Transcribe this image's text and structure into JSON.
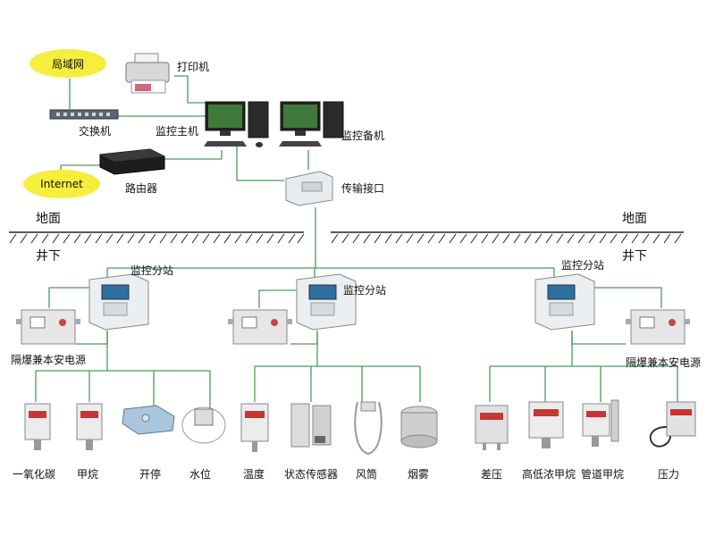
{
  "colors": {
    "wire": "#4a9a5c",
    "ground": "#222222",
    "bubble": "#f5ee3c"
  },
  "network": {
    "lan": "局域网",
    "internet": "Internet",
    "printer": "打印机",
    "switch": "交换机",
    "router": "路由器",
    "main_host": "监控主机",
    "backup_host": "监控备机",
    "transmission": "传输接口"
  },
  "levels": {
    "ground_left": "地面",
    "ground_right": "地面",
    "underground_left": "井下",
    "underground_right": "井下"
  },
  "substations": {
    "left": "监控分站",
    "center": "监控分站",
    "right": "监控分站"
  },
  "power": {
    "left": "隔爆兼本安电源",
    "right": "隔爆兼本安电源"
  },
  "sensors": {
    "co": "一氧化碳",
    "methane": "甲烷",
    "switch": "开停",
    "water": "水位",
    "temperature": "温度",
    "state": "状态传感器",
    "duct": "风筒",
    "smoke": "烟雾",
    "pressure_diff": "差压",
    "hl_methane": "高低浓甲烷",
    "pipe_methane": "管道甲烷",
    "pressure": "压力"
  }
}
